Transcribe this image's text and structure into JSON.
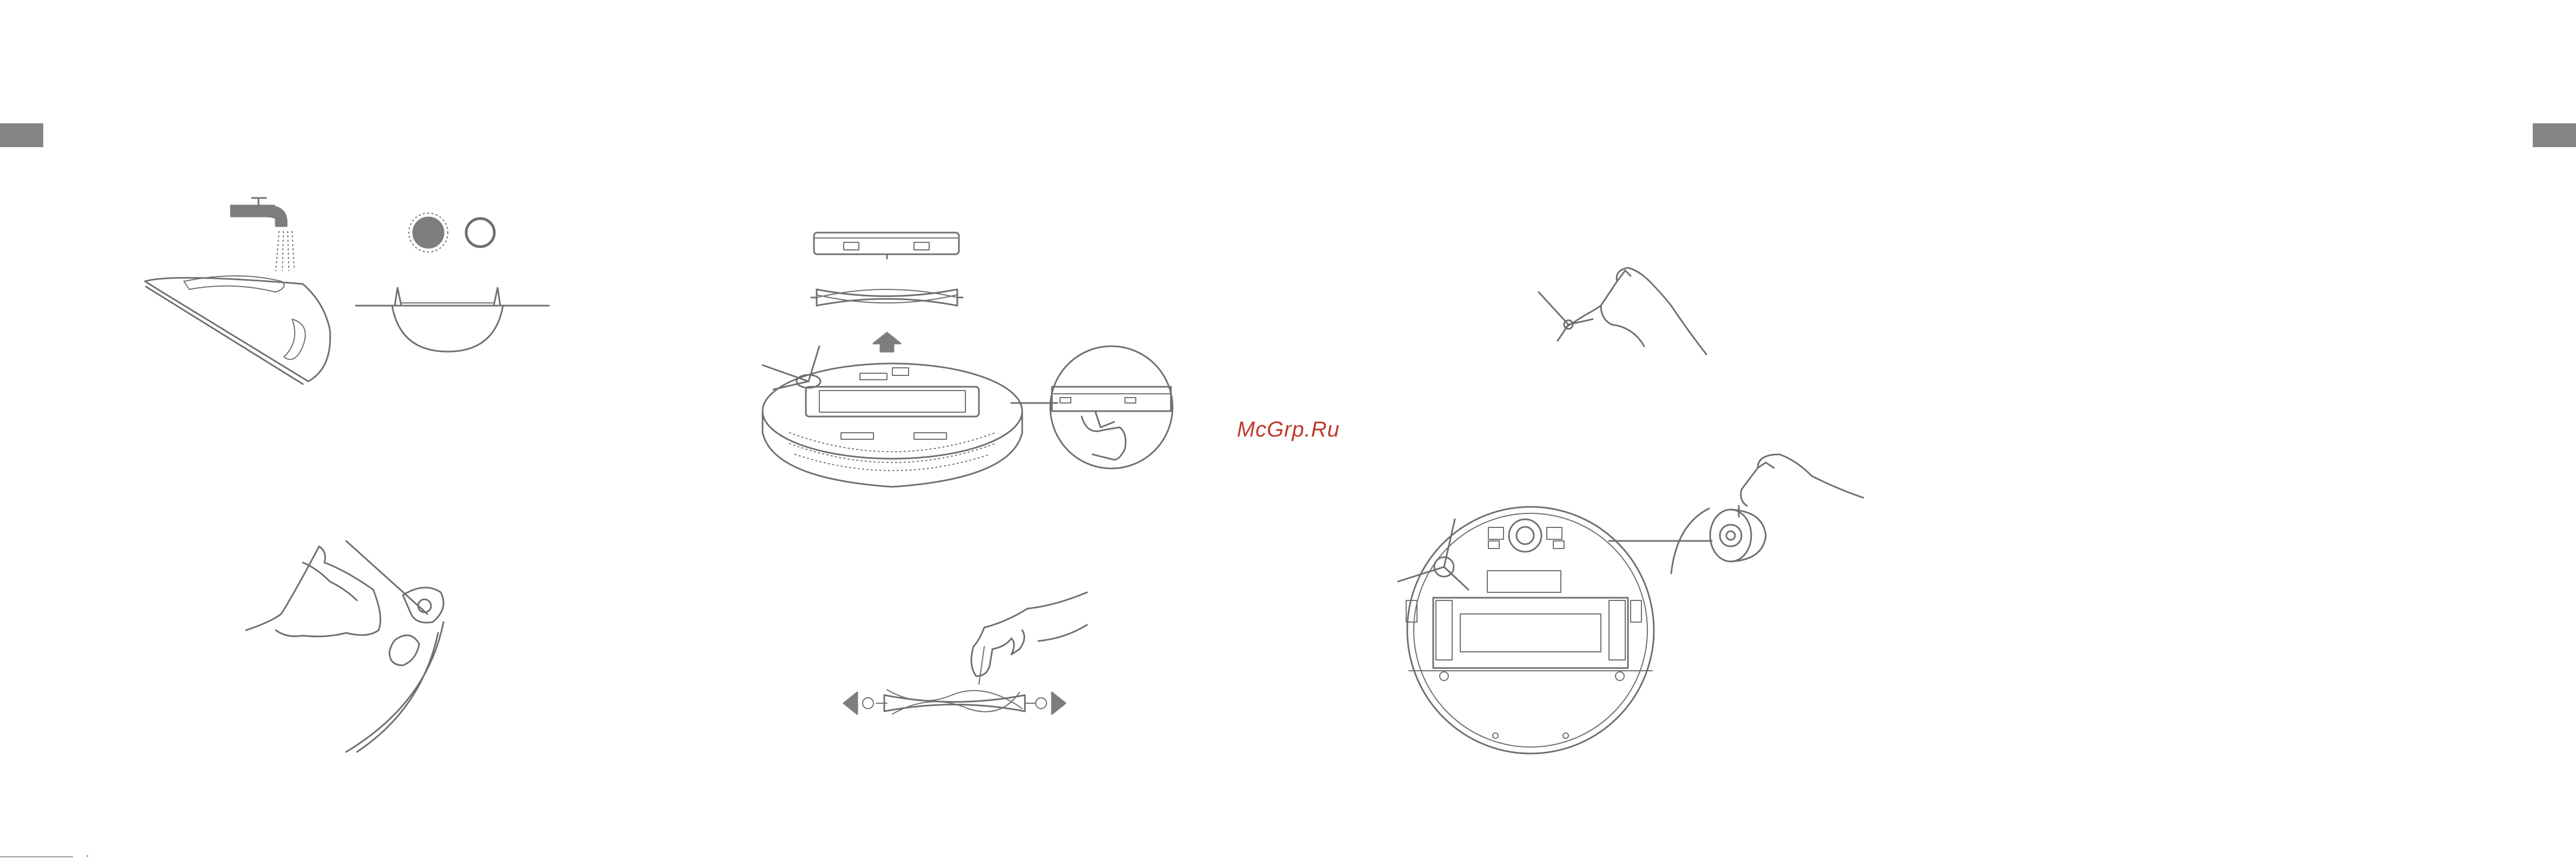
{
  "watermark": {
    "text": "McGrp.Ru",
    "color": "#c0392b"
  },
  "colors": {
    "line_art": "#6f6f6f",
    "tab": "#858585",
    "background": "#ffffff"
  },
  "figures": [
    {
      "name": "mop-rinse-under-tap",
      "icon": "faucet-icon"
    },
    {
      "name": "mop-dry-state-indicator",
      "icon": "circle-filled-and-outline-icons"
    },
    {
      "name": "mop-pad-velcro",
      "icon": "mop-pad-icon"
    },
    {
      "name": "main-brush-removal",
      "icon": "robot-underside-icon"
    },
    {
      "name": "main-brush-hair-cleaning",
      "icon": "brush-roll-icon"
    },
    {
      "name": "side-brush-cleaning",
      "icon": "side-brush-icon"
    },
    {
      "name": "wheel-cleaning",
      "icon": "wheel-icon"
    },
    {
      "name": "robot-bottom-overview",
      "icon": "robot-bottom-icon"
    }
  ]
}
